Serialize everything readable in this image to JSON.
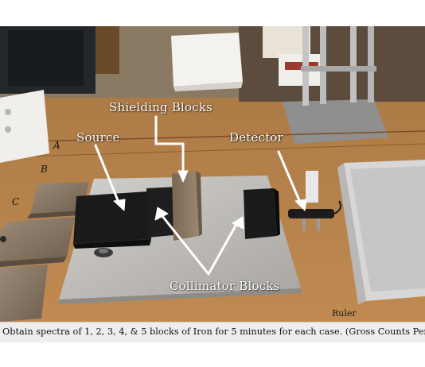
{
  "scene": {
    "labels": {
      "shielding_blocks": "Shielding Blocks",
      "source": "Source",
      "detector": "Detector",
      "collimator_blocks": "Collimator Blocks"
    },
    "row_letters": [
      "A",
      "B",
      "C"
    ],
    "ruler_label": "Ruler"
  },
  "instruction": {
    "text": "Obtain spectra of 1, 2, 3, 4, & 5 blocks of Iron for 5 minutes for each case. (Gross Counts Per Second"
  }
}
